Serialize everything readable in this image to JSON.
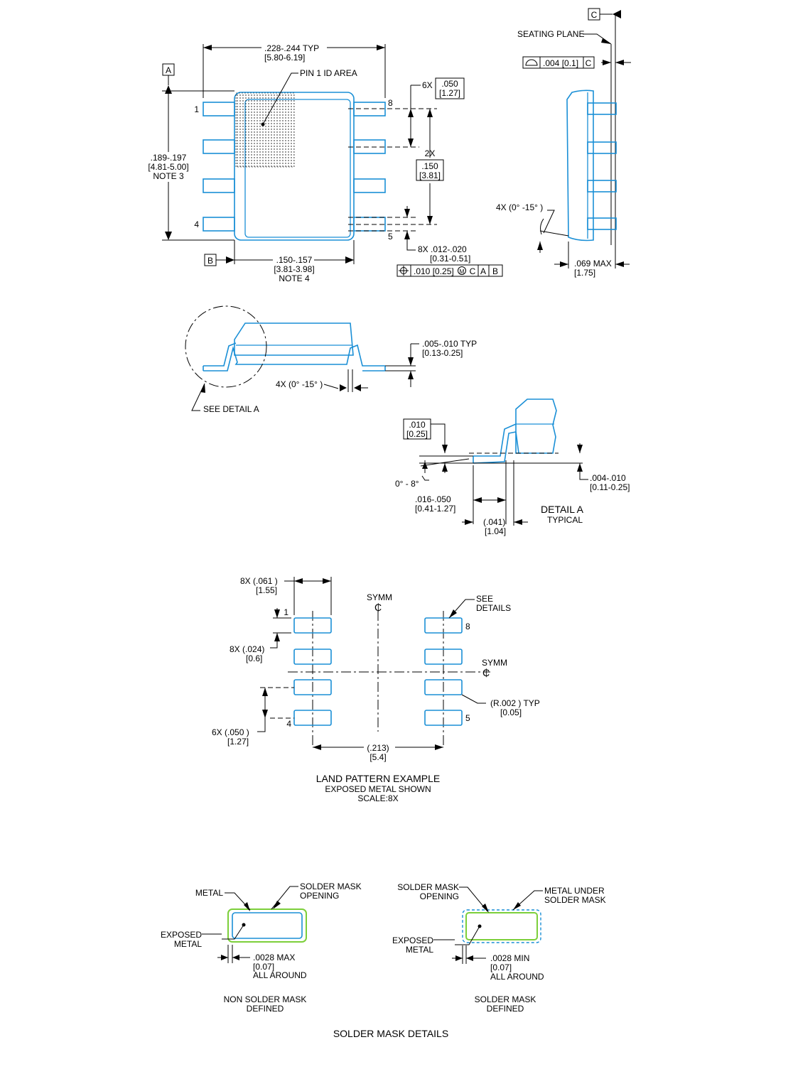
{
  "top_view": {
    "datum_a": "A",
    "datum_b": "B",
    "width_dim": ".228-.244  TYP",
    "width_dim_mm": "[5.80-6.19]",
    "pin1_label": "PIN 1 ID AREA",
    "pin1": "1",
    "pin4": "4",
    "pin5": "5",
    "pin8": "8",
    "pitch_count": "6X",
    "pitch": ".050",
    "pitch_mm": "[1.27]",
    "span_count": "2X",
    "span": ".150",
    "span_mm": "[3.81]",
    "length_dim": ".189-.197",
    "length_dim_mm": "[4.81-5.00]",
    "length_note": "NOTE 3",
    "body_dim": ".150-.157",
    "body_dim_mm": "[3.81-3.98]",
    "body_note": "NOTE 4",
    "lead_width": "8X .012-.020",
    "lead_width_mm": "[0.31-0.51]",
    "fcf_tol": ".010 [0.25]",
    "fcf_c": "C",
    "fcf_a": "A",
    "fcf_b": "B"
  },
  "side_view": {
    "datum_c": "C",
    "seating_plane": "SEATING PLANE",
    "flatness_tol": ".004 [0.1]",
    "flatness_datum": "C",
    "angle": "4X (0° -15° )",
    "height": ".069 MAX",
    "height_mm": "[1.75]"
  },
  "front_view": {
    "thickness": ".005-.010  TYP",
    "thickness_mm": "[0.13-0.25]",
    "angle": "4X (0° -15° )",
    "see_detail": "SEE DETAIL A"
  },
  "detail_a": {
    "gauge": ".010",
    "gauge_mm": "[0.25]",
    "angle": "0° - 8°",
    "standoff": ".004-.010",
    "standoff_mm": "[0.11-0.25]",
    "foot": ".016-.050",
    "foot_mm": "[0.41-1.27]",
    "foot_ref": "(.041)",
    "foot_ref_mm": "[1.04]",
    "title": "DETAIL A",
    "subtitle": "TYPICAL"
  },
  "land_pattern": {
    "pad_length": "8X (.061  )",
    "pad_length_mm": "[1.55]",
    "pad_width": "8X (.024)",
    "pad_width_mm": "[0.6]",
    "pitch": "6X (.050  )",
    "pitch_mm": "[1.27]",
    "symm": "SYMM",
    "symm_x": "SYMM",
    "cl_glyph": "₵",
    "see_details": "SEE",
    "see_details2": "DETAILS",
    "radius": "(R.002  ) TYP",
    "radius_mm": "[0.05]",
    "row_span": "(.213)",
    "row_span_mm": "[5.4]",
    "pin1": "1",
    "pin4": "4",
    "pin5": "5",
    "pin8": "8",
    "title": "LAND PATTERN EXAMPLE",
    "subtitle": "EXPOSED METAL SHOWN",
    "scale": "SCALE:8X"
  },
  "solder_mask": {
    "left": {
      "metal": "METAL",
      "opening": "SOLDER MASK",
      "opening2": "OPENING",
      "exposed": "EXPOSED",
      "exposed2": "METAL",
      "clearance": ".0028 MAX",
      "clearance_mm": "[0.07]",
      "around": "ALL AROUND",
      "name": "NON SOLDER MASK",
      "name2": "DEFINED"
    },
    "right": {
      "opening": "SOLDER MASK",
      "opening2": "OPENING",
      "metal_under": "METAL UNDER",
      "metal_under2": "SOLDER MASK",
      "exposed": "EXPOSED",
      "exposed2": "METAL",
      "clearance": ".0028 MIN",
      "clearance_mm": "[0.07]",
      "around": "ALL AROUND",
      "name": "SOLDER MASK",
      "name2": "DEFINED"
    },
    "title": "SOLDER MASK DETAILS"
  }
}
